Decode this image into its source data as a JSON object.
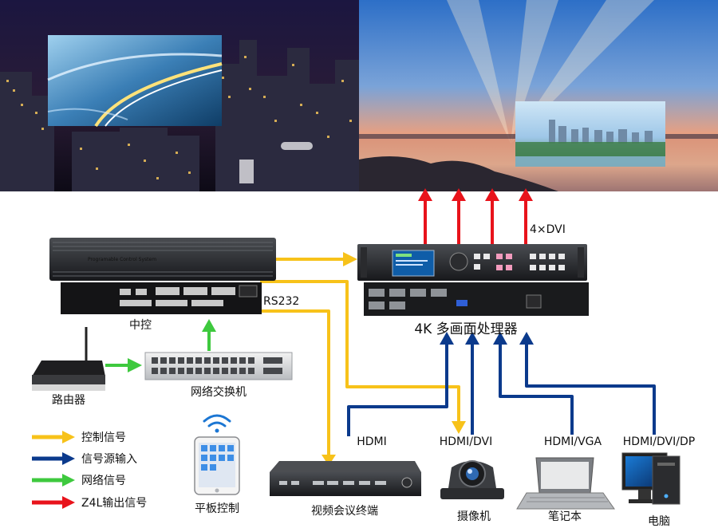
{
  "labels": {
    "output_port": "4×DVI",
    "rs232": "RS232",
    "central_control": "中控",
    "processor": "4K 多画面处理器",
    "router": "路由器",
    "switch": "网络交换机",
    "tablet": "平板控制",
    "conference_terminal": "视频会议终端",
    "camera": "摄像机",
    "laptop": "笔记本",
    "pc": "电脑",
    "port_hdmi": "HDMI",
    "port_hdmi_dvi": "HDMI/DVI",
    "port_hdmi_vga": "HDMI/VGA",
    "port_hdmi_dvi_dp": "HDMI/DVI/DP"
  },
  "device_text": {
    "controller_panel": "Programable Control System"
  },
  "legend": [
    {
      "label": "控制信号",
      "color": "#f7c21a"
    },
    {
      "label": "信号源输入",
      "color": "#0b3a8c"
    },
    {
      "label": "网络信号",
      "color": "#3ec93e"
    },
    {
      "label": "Z4L输出信号",
      "color": "#e8131b"
    }
  ],
  "colors": {
    "control": "#f7c21a",
    "source": "#0b3a8c",
    "network": "#3ec93e",
    "output": "#e8131b"
  }
}
